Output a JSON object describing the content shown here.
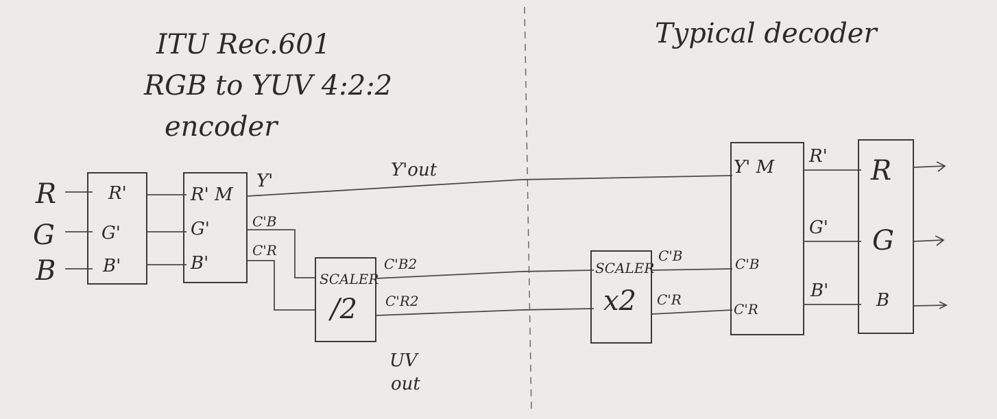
{
  "encoder": {
    "title_line1": "ITU Rec.601",
    "title_line2": "RGB to YUV 4:2:2",
    "title_line3": "encoder",
    "inputs": [
      "R",
      "G",
      "B"
    ],
    "gamma_block": [
      "R'",
      "G'",
      "B'"
    ],
    "matrix_block": [
      "R' M",
      "G'",
      "B'"
    ],
    "matrix_outputs": {
      "y": "Y'",
      "cb": "C'B",
      "cr": "C'R"
    },
    "y_out_label": "Y'out",
    "scaler": {
      "name": "SCALER",
      "factor": "/2"
    },
    "scaler_outputs": {
      "cb": "C'B2",
      "cr": "C'R2"
    },
    "uv_out": [
      "UV",
      "out"
    ]
  },
  "decoder": {
    "title": "Typical decoder",
    "scaler": {
      "name": "SCALER",
      "factor": "x2"
    },
    "scaler_outputs": {
      "cb": "C'B",
      "cr": "C'R"
    },
    "matrix_inputs": [
      "Y' M",
      "C'B",
      "C'R"
    ],
    "matrix_outputs": [
      "R'",
      "G'",
      "B'"
    ],
    "output_block": [
      "R",
      "G",
      "B"
    ]
  }
}
